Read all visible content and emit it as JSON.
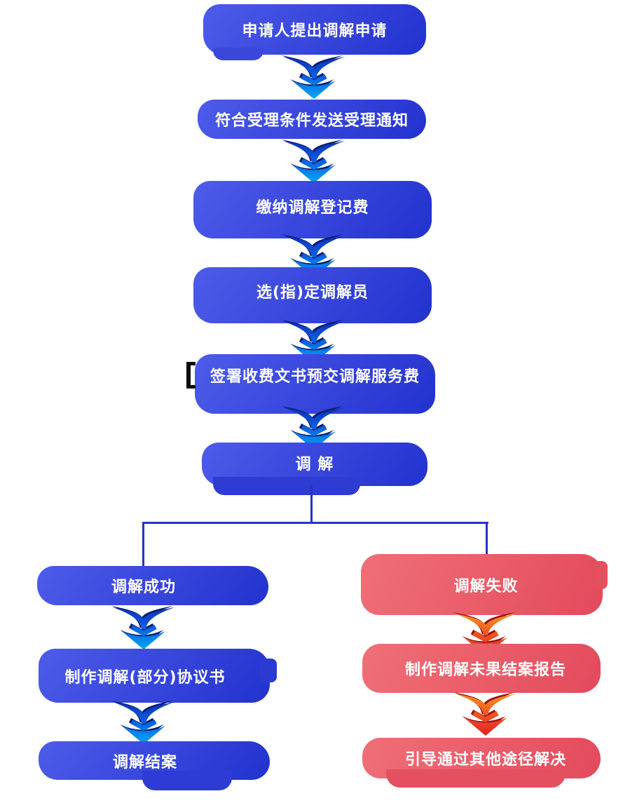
{
  "flow": {
    "main_steps": [
      {
        "id": "apply",
        "label": "申请人提出调解申请"
      },
      {
        "id": "accept-notice",
        "label": "符合受理条件发送受理通知"
      },
      {
        "id": "registration-fee",
        "label": "缴纳调解登记费"
      },
      {
        "id": "select-mediator",
        "label": "选(指)定调解员"
      },
      {
        "id": "sign-fee-docs",
        "label": "签署收费文书预交调解服务费"
      },
      {
        "id": "mediation",
        "label": "调 解"
      }
    ],
    "success_branch": {
      "steps": [
        {
          "id": "success",
          "label": "调解成功"
        },
        {
          "id": "agreement",
          "label": "制作调解(部分)协议书"
        },
        {
          "id": "close-case",
          "label": "调解结案"
        }
      ]
    },
    "failure_branch": {
      "steps": [
        {
          "id": "failure",
          "label": "调解失败"
        },
        {
          "id": "failure-report",
          "label": "制作调解未果结案报告"
        },
        {
          "id": "other-channels",
          "label": "引导通过其他途径解决"
        }
      ]
    }
  },
  "colors": {
    "blue_box_start": "#4d5ce9",
    "blue_box_end": "#2232cd",
    "red_box_light": "#ee7078",
    "red_box_dark": "#e24a5c",
    "connector_line": "#2535c2",
    "blue_arrow_top": "#0c2fb4",
    "blue_arrow_bottom": "#00acf7",
    "red_arrow_top": "#f09a26",
    "red_arrow_bottom": "#e41f26",
    "text_color": "#ffffff",
    "background": "#ffffff"
  }
}
